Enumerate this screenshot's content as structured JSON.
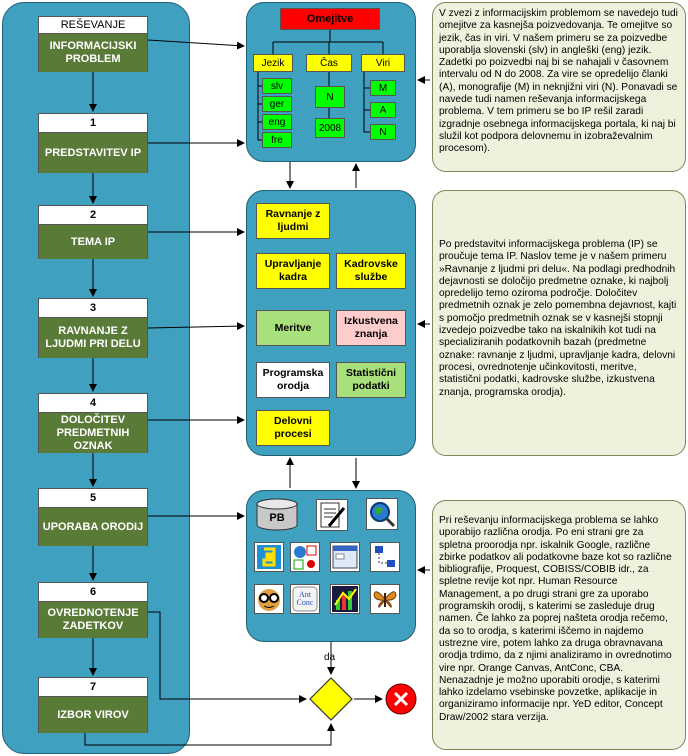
{
  "lane": {
    "header": "REŠEVANJE",
    "first_step": "INFORMACIJSKI PROBLEM",
    "steps": [
      {
        "num": "1",
        "label": "PREDSTAVITEV IP"
      },
      {
        "num": "2",
        "label": "TEMA IP"
      },
      {
        "num": "3",
        "label": "RAVNANJE Z LJUDMI PRI DELU"
      },
      {
        "num": "4",
        "label": "DOLOČITEV PREDMETNIH OZNAK"
      },
      {
        "num": "5",
        "label": "UPORABA ORODIJ"
      },
      {
        "num": "6",
        "label": "OVREDNOTENJE ZADETKOV"
      },
      {
        "num": "7",
        "label": "IZBOR VIROV"
      }
    ]
  },
  "limits": {
    "title": "Omejitve",
    "jezik": {
      "label": "Jezik",
      "items": [
        "slv",
        "ger",
        "eng",
        "fre"
      ]
    },
    "cas": {
      "label": "Čas",
      "items": [
        "N",
        "2008"
      ]
    },
    "viri": {
      "label": "Viri",
      "items": [
        "M",
        "A",
        "N"
      ]
    }
  },
  "topics": {
    "ravnanje": "Ravnanje z ljudmi",
    "upravljanje": "Upravljanje kadra",
    "kadrovske": "Kadrovske službe",
    "meritve": "Meritve",
    "izkustvena": "Izkustvena znanja",
    "programska": "Programska orodja",
    "statisticni": "Statistični podatki",
    "delovni": "Delovni procesi"
  },
  "tools": {
    "pb_label": "PB",
    "antconc_label": "Ant Conc"
  },
  "decision": {
    "yes_label": "da"
  },
  "colors": {
    "lane": "#3fa0bf",
    "step": "#5a7a38",
    "yellow": "#ffff00",
    "green": "#00ff00",
    "pink": "#ffcccc",
    "red": "#ff0000",
    "note": "#eef2dd"
  },
  "notes": {
    "note1": "V zvezi z informacijskim problemom se navedejo tudi omejitve za kasnejša poizvedovanja. Te omejitve so jezik, čas in viri. V našem primeru se za poizvedbe uporablja slovenski (slv) in angleški (eng) jezik. Zadetki po poizvedbi naj bi se nahajali v časovnem intervalu od N do 2008. Za vire se opredelijo članki (A), monografije (M) in neknjižni viri (N). Ponavadi se navede tudi namen reševanja informacijskega problema. V tem primeru se bo IP rešil zaradi izgradnje osebnega informacijskega portala, ki naj bi služil kot podpora delovnemu in izobraževalnim procesom).",
    "note2": "Po predstavitvi informacijskega problema (IP) se proučuje tema IP. Naslov teme je v našem primeru »Ravnanje z ljudmi pri delu«. Na podlagi predhodnih dejavnosti se določijo predmetne oznake, ki najbolj opredelijo temo oziroma področje. Določitev predmetnih oznak je zelo pomembna dejavnost, kajti s pomočjo predmetnih oznak se v kasnejši stopnji izvedejo poizvedbe tako na iskalnikih kot tudi na specializiranih podatkovnih bazah (predmetne oznake: ravnanje z ljudmi, upravljanje kadra, delovni procesi, ovrednotenje učinkovitosti, meritve, statistični podatki, kadrovske službe, izkustvena znanja, programska orodja).",
    "note3": "Pri reševanju informacijskega problema se lahko uporabijo različna orodja. Po eni strani gre za spletna proorodja npr. iskalnik Google, različne zbirke podatkov ali podatkovne baze kot so različne bibliografije, Proquest, COBISS/COBIB idr., za spletne revije kot npr. Human Resource Management, a po drugi strani gre za uporabo programskih orodij, s katerimi se zasleduje drug namen. Če lahko za poprej našteta orodja rečemo, da so to orodja, s katerimi iščemo in najdemo ustrezne vire, potem lahko za druga obravnavana orodja trdimo, da z njimi analiziramo in ovrednotimo vire npr. Orange Canvas, AntConc, CBA. Nenazadnje je možno uporabiti orodje, s katerimi lahko izdelamo vsebinske povzetke, aplikacije in organiziramo informacije npr. YeD editor, Concept Draw/2002 stara verzija."
  }
}
